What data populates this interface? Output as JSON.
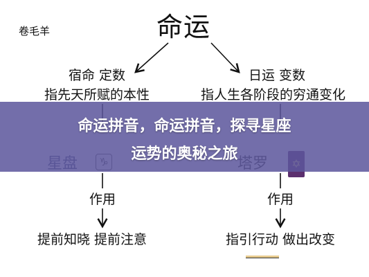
{
  "author": "卷毛羊",
  "title": "命运",
  "left": {
    "heading": "宿命 定数",
    "desc": "指先天所赋的本性",
    "tool": "星盘",
    "tool_symbol": "♑",
    "action": "作用",
    "result": "提前知晓 提前注意"
  },
  "right": {
    "heading": "日运 变数",
    "desc": "指人生各阶段的穷通变化",
    "tool": "塔罗",
    "tool_symbol": "✡",
    "action": "作用",
    "result": "指引行动 做出改变"
  },
  "banner": {
    "line1": "命运拼音，命运拼音，探寻星座",
    "line2": "运势的奥秘之旅"
  },
  "colors": {
    "banner": "#5c569c",
    "tarot_card": "#5b2f6e",
    "arrow": "#111111"
  }
}
